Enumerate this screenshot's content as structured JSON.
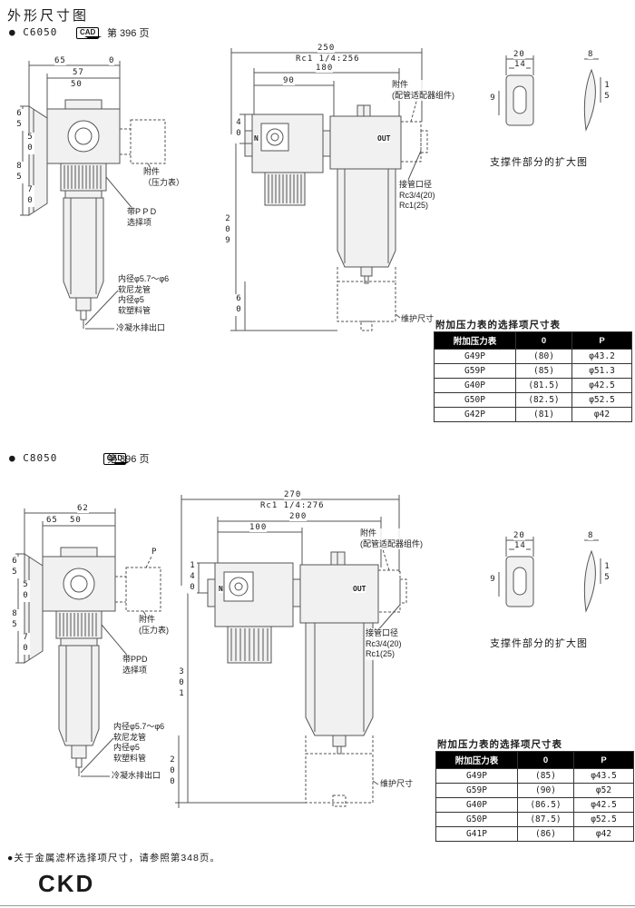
{
  "page": {
    "title": "外形尺寸图",
    "footer_note": "●关于金属滤杯选择项尺寸，请参照第348页。",
    "logo": "CKD"
  },
  "common": {
    "bracket_caption": "支撑件部分的扩大图",
    "table_title": "附加压力表的选择项尺寸表",
    "table_headers": [
      "附加压力表",
      "0",
      "P"
    ]
  },
  "c6050": {
    "bullet": "●",
    "model": "C6050",
    "cad": "CAD",
    "page_ref": "第 396 页",
    "front": {
      "top1": "65",
      "top2": "0",
      "mid1": "57",
      "mid2": "50",
      "left1": "65",
      "left2": "50",
      "left3": "85",
      "left4": "70",
      "ann_gauge": "附件\n（压力表）",
      "ann_ppd": "带P P D\n选择项",
      "ann_tube": "内径φ5.7～φ6\n软尼龙管\n内径φ5\n软塑料管",
      "ann_drain": "冷凝水排出口"
    },
    "side": {
      "w_total": "250",
      "w_alt": "Rc1 1/4:256",
      "w_180": "180",
      "w_90": "90",
      "h_40": "40",
      "h_209": "209",
      "h_60": "60",
      "port_in": "N",
      "port_out": "OUT",
      "ann_adapter": "附件\n(配管适配器组件)",
      "ann_port": "接管口径\nRc3/4(20)\nRc1(25)",
      "ann_maint": "维护尺寸"
    },
    "bracket": {
      "d20": "20",
      "d14": "14",
      "d8": "8",
      "d15": "15",
      "d9": "9"
    },
    "table_rows": [
      [
        "G49P",
        "(80)",
        "φ43.2"
      ],
      [
        "G59P",
        "(85)",
        "φ51.3"
      ],
      [
        "G40P",
        "(81.5)",
        "φ42.5"
      ],
      [
        "G50P",
        "(82.5)",
        "φ52.5"
      ],
      [
        "G42P",
        "(81)",
        "φ42"
      ]
    ]
  },
  "c8050": {
    "bullet": "●",
    "model": "C8050",
    "cad": "CAD",
    "page_ref": "第 396 页",
    "front": {
      "top1": "62",
      "mid1": "65",
      "mid2": "50",
      "left1": "65",
      "left2": "50",
      "left3": "85",
      "left4": "70",
      "p_label": "P",
      "ann_gauge": "附件\n(压力表)",
      "ann_ppd": "带PPD\n选择项",
      "ann_tube": "内径φ5.7～φ6\n软尼龙管\n内径φ5\n软塑料管",
      "ann_drain": "冷凝水排出口"
    },
    "side": {
      "w_total": "270",
      "w_alt": "Rc1 1/4:276",
      "w_200": "200",
      "w_100": "100",
      "h_140": "140",
      "h_301": "301",
      "h_200": "200",
      "port_in": "N",
      "port_out": "OUT",
      "ann_adapter": "附件\n(配管适配器组件)",
      "ann_port": "接管口径\nRc3/4(20)\nRc1(25)",
      "ann_maint": "维护尺寸"
    },
    "bracket": {
      "d20": "20",
      "d14": "14",
      "d8": "8",
      "d15": "15",
      "d9": "9"
    },
    "table_rows": [
      [
        "G49P",
        "(85)",
        "φ43.5"
      ],
      [
        "G59P",
        "(90)",
        "φ52"
      ],
      [
        "G40P",
        "(86.5)",
        "φ42.5"
      ],
      [
        "G50P",
        "(87.5)",
        "φ52.5"
      ],
      [
        "G41P",
        "(86)",
        "φ42"
      ]
    ]
  }
}
